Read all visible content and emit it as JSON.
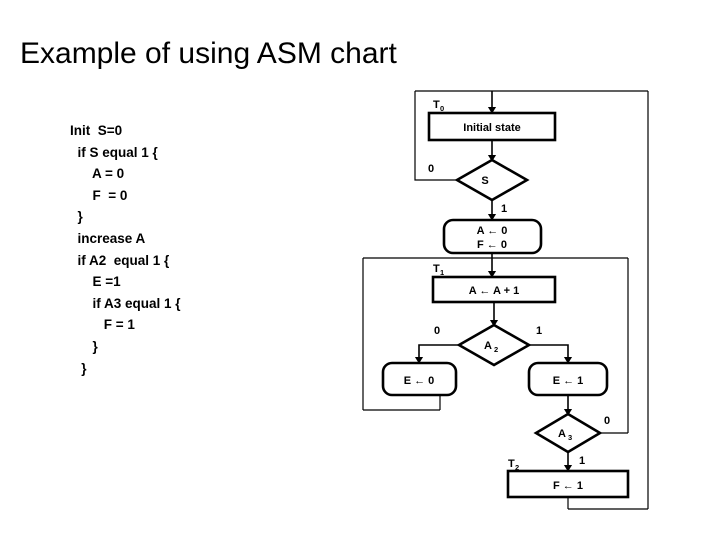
{
  "slide": {
    "title": "Example of using ASM chart",
    "background": "#ffffff",
    "ink": "#000000"
  },
  "pseudocode": {
    "name": "pseudocode-block",
    "lines": [
      "Init  S=0",
      "  if S equal 1 {",
      "      A = 0",
      "      F  = 0",
      "  }",
      "  increase A",
      "  if A2  equal 1 {",
      "      E =1",
      "      if A3 equal 1 {",
      "         F = 1",
      "      }",
      "   }"
    ]
  },
  "asm_chart": {
    "name": "asm-flowchart",
    "states": [
      {
        "id": "T0",
        "label": "T",
        "sub": "0"
      },
      {
        "id": "T1",
        "label": "T",
        "sub": "1"
      },
      {
        "id": "T2",
        "label": "T",
        "sub": "2"
      }
    ],
    "state_boxes": [
      {
        "id": "initial-state",
        "text": "Initial state",
        "shape": "rectangle"
      },
      {
        "id": "a-increment",
        "text": "A ←  A + 1",
        "shape": "rectangle"
      },
      {
        "id": "f-set-one",
        "text": "F ←  1",
        "shape": "rectangle"
      }
    ],
    "conditional_outputs": [
      {
        "id": "a-f-clear",
        "line1": "A ←   0",
        "line2": "F ←  0",
        "shape": "rounded"
      },
      {
        "id": "e-clear",
        "line1": "E ←   0",
        "shape": "rounded"
      },
      {
        "id": "e-set",
        "line1": "E ←  1",
        "shape": "rounded"
      }
    ],
    "decisions": [
      {
        "id": "decision-s",
        "label": "S",
        "sub": "",
        "false_label": "0",
        "true_label": "1"
      },
      {
        "id": "decision-a2",
        "label": "A",
        "sub": "2",
        "false_label": "0",
        "true_label": "1"
      },
      {
        "id": "decision-a3",
        "label": "A",
        "sub": "3",
        "false_label": "0",
        "true_label": "1"
      }
    ],
    "branch_labels": {
      "s_zero": "0",
      "s_one": "1",
      "a2_zero": "0",
      "a2_one": "1",
      "a3_zero": "0",
      "a3_one": "1"
    }
  }
}
